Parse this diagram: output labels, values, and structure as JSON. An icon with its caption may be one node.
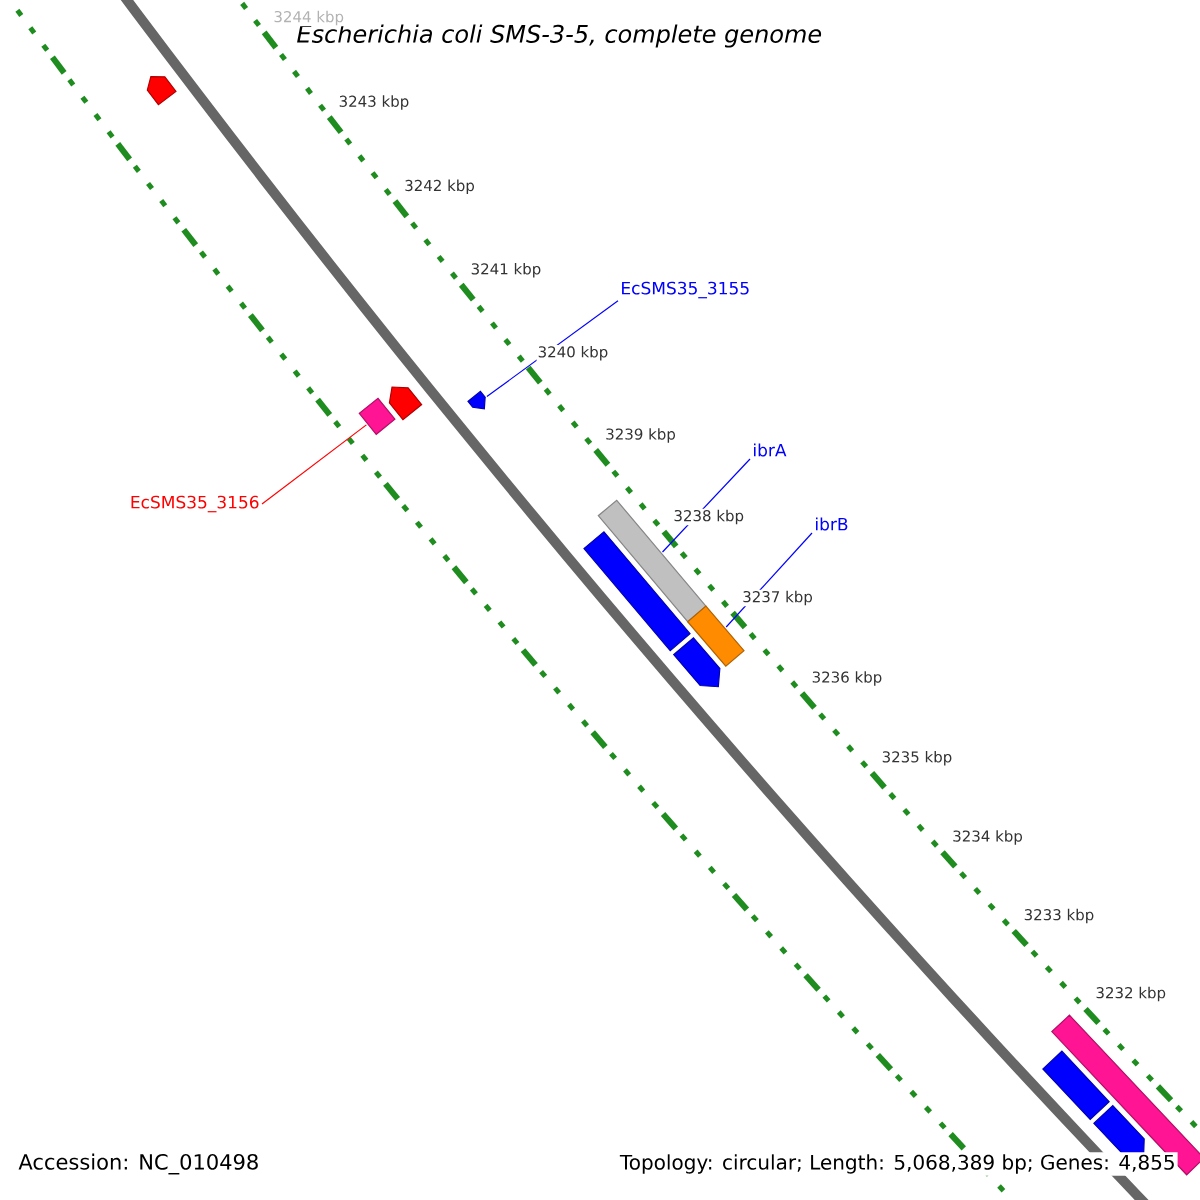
{
  "diagram": {
    "title": "Escherichia coli SMS-3-5, complete genome",
    "nodes": [
      {
        "text": [
          "EcSMS35_3155"
        ]
      },
      {
        "text": [
          "ibrA"
        ]
      },
      {
        "text": [
          "ibrB"
        ]
      },
      {
        "text": [
          "EcSMS35_3156"
        ]
      },
      {
        "text": [],
        "shape": "arrow"
      },
      {
        "text": [],
        "shape": "box"
      },
      {
        "text": [],
        "shape": "box"
      },
      {
        "text": [],
        "shape": "box"
      }
    ],
    "edges": [
      {
        "from": 0,
        "to": 4,
        "arrow": "none"
      },
      {
        "from": 1,
        "to": 5,
        "arrow": "none"
      },
      {
        "from": 2,
        "to": 6,
        "arrow": "none"
      },
      {
        "from": 3,
        "to": 7,
        "arrow": "none",
        "color": "#ff0000"
      }
    ],
    "labels": [
      "3244 kbp",
      "3243 kbp",
      "3242 kbp",
      "3241 kbp",
      "3240 kbp",
      "3239 kbp",
      "3238 kbp",
      "3237 kbp",
      "3236 kbp",
      "3235 kbp",
      "3234 kbp",
      "3233 kbp",
      "3232 kbp",
      "Accession: NC_010498",
      "Topology: circular; Length: 5,068,389 bp; Genes: 4,855"
    ]
  }
}
